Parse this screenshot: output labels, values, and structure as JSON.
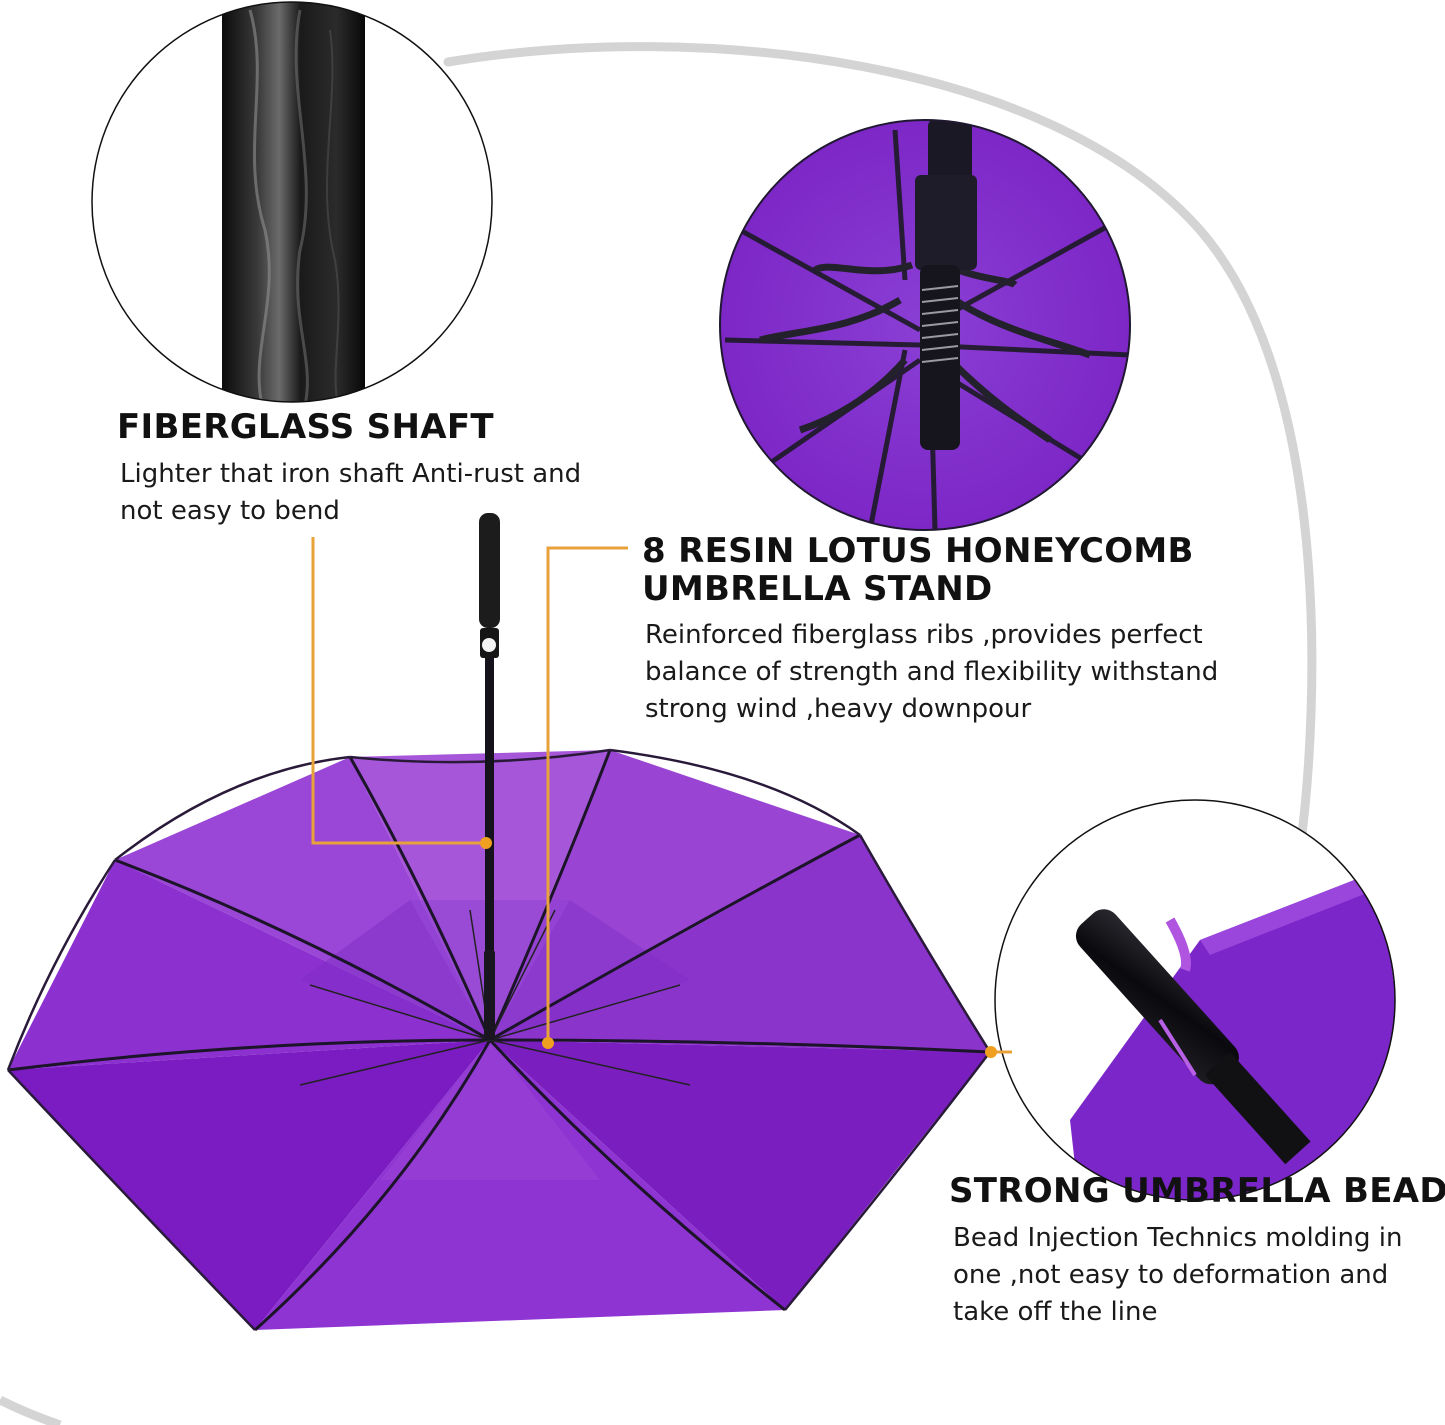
{
  "features": [
    {
      "id": "fiberglass-shaft",
      "title": "FIBERGLASS SHAFT",
      "description_lines": [
        "Lighter that iron shaft Anti-rust and",
        "not easy to bend"
      ]
    },
    {
      "id": "resin-stand",
      "title_lines": [
        "8 RESIN LOTUS HONEYCOMB",
        "UMBRELLA STAND"
      ],
      "description_lines": [
        "Reinforced fiberglass ribs ,provides perfect",
        "balance of strength and flexibility withstand",
        "strong wind ,heavy downpour"
      ]
    },
    {
      "id": "umbrella-bead",
      "title": "STRONG UMBRELLA BEAD",
      "description_lines": [
        "Bead Injection Technics molding in",
        "one ,not easy to deformation and",
        "take off the line"
      ]
    }
  ],
  "colors": {
    "canopy_light": "#a35ad8",
    "canopy_mid": "#8a2fd0",
    "canopy_dark": "#6e14b8",
    "frame": "#1a1a22",
    "callout_line": "#e8a23a",
    "arc": "#d4d4d4",
    "text": "#111111"
  }
}
